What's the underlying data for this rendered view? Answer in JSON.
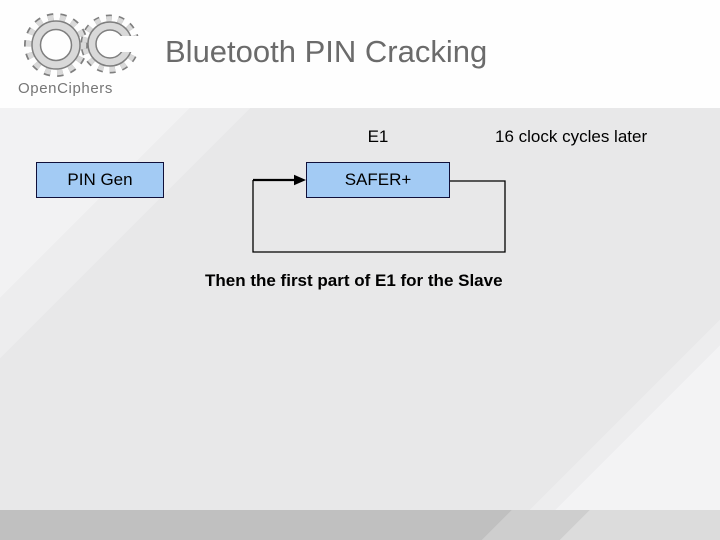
{
  "slide": {
    "logo": {
      "icon": "gears-oc-logo",
      "text": "OpenCiphers"
    },
    "title": "Bluetooth PIN Cracking",
    "diagram": {
      "label_e1": "E1",
      "label_clock": "16 clock cycles later",
      "box_pin_gen": "PIN Gen",
      "box_safer": "SAFER+",
      "flow": "SAFER+ output feeds back into SAFER+ input (loop), arrow enters left side of SAFER+ box"
    },
    "caption": "Then the first part of E1 for the Slave",
    "colors": {
      "box_fill": "#a3cbf4",
      "box_border": "#10103a",
      "title_gray": "#6b6b6b",
      "body_bg": "#e8e8e9",
      "footer_bg": "#c0c0c0",
      "header_bg": "#fefefe",
      "line_black": "#000000"
    }
  }
}
